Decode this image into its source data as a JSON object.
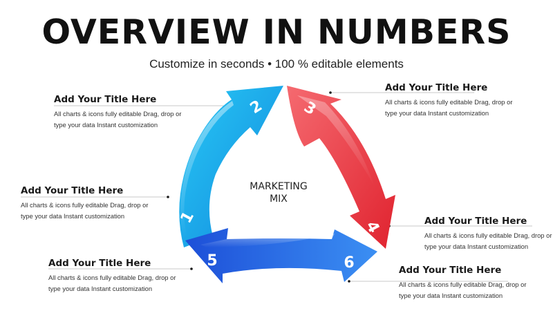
{
  "header": {
    "title": "OVERVIEW IN NUMBERS",
    "subtitle": "Customize in seconds • 100 % editable elements"
  },
  "center_label": {
    "line1": "MARKETING",
    "line2": "MIX"
  },
  "segments": [
    {
      "number": "1",
      "color": "#1aa3e8"
    },
    {
      "number": "2",
      "color": "#1cc0f0"
    },
    {
      "number": "3",
      "color": "#f2545b"
    },
    {
      "number": "4",
      "color": "#e8323c"
    },
    {
      "number": "5",
      "color": "#1f5fe0"
    },
    {
      "number": "6",
      "color": "#3c8cf2"
    }
  ],
  "items": [
    {
      "title": "Add Your Title Here",
      "body": "All charts & icons fully editable Drag, drop or type your data Instant customization"
    },
    {
      "title": "Add Your Title Here",
      "body": "All charts & icons fully editable Drag, drop or type your data Instant customization"
    },
    {
      "title": "Add Your Title Here",
      "body": "All charts & icons fully editable Drag, drop or type your data Instant customization"
    },
    {
      "title": "Add Your Title Here",
      "body": "All charts & icons fully editable Drag, drop or type your data Instant customization"
    },
    {
      "title": "Add Your Title Here",
      "body": "All charts & icons fully editable Drag, drop or type your data Instant customization"
    },
    {
      "title": "Add Your Title Here",
      "body": "All charts & icons fully editable Drag, drop or type your data Instant customization"
    }
  ]
}
